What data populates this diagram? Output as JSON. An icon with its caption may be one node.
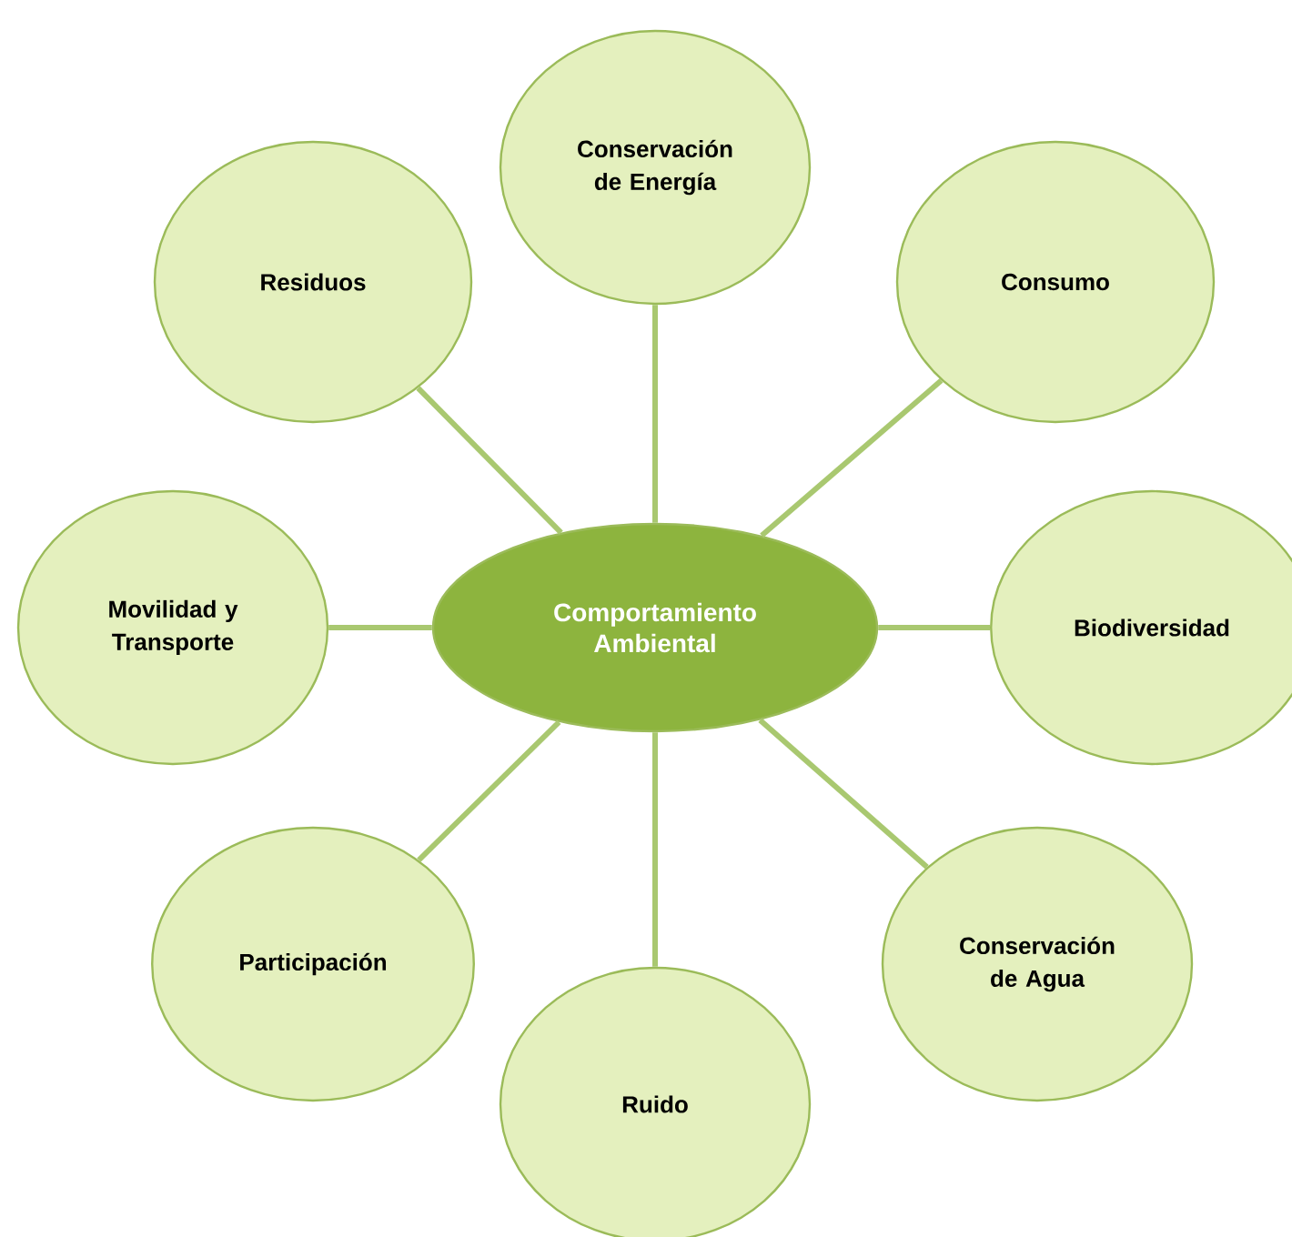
{
  "diagram": {
    "nodes": [
      {
        "text": [
          "Comportamiento Ambiental"
        ]
      },
      {
        "text": [
          "Conservación de Energía"
        ]
      },
      {
        "text": [
          "Consumo"
        ]
      },
      {
        "text": [
          "Biodiversidad"
        ]
      },
      {
        "text": [
          "Conservación de Agua"
        ]
      },
      {
        "text": [
          "Ruido"
        ]
      },
      {
        "text": [
          "Participación"
        ]
      },
      {
        "text": [
          "Movilidad y Transporte"
        ]
      },
      {
        "text": [
          "Residuos"
        ]
      }
    ],
    "edges": [
      {
        "from": 0,
        "to": 1,
        "arrow": "none"
      },
      {
        "from": 0,
        "to": 2,
        "arrow": "none"
      },
      {
        "from": 0,
        "to": 3,
        "arrow": "none"
      },
      {
        "from": 0,
        "to": 4,
        "arrow": "none"
      },
      {
        "from": 0,
        "to": 5,
        "arrow": "none"
      },
      {
        "from": 0,
        "to": 6,
        "arrow": "none"
      },
      {
        "from": 0,
        "to": 7,
        "arrow": "none"
      },
      {
        "from": 0,
        "to": 8,
        "arrow": "none"
      }
    ]
  }
}
